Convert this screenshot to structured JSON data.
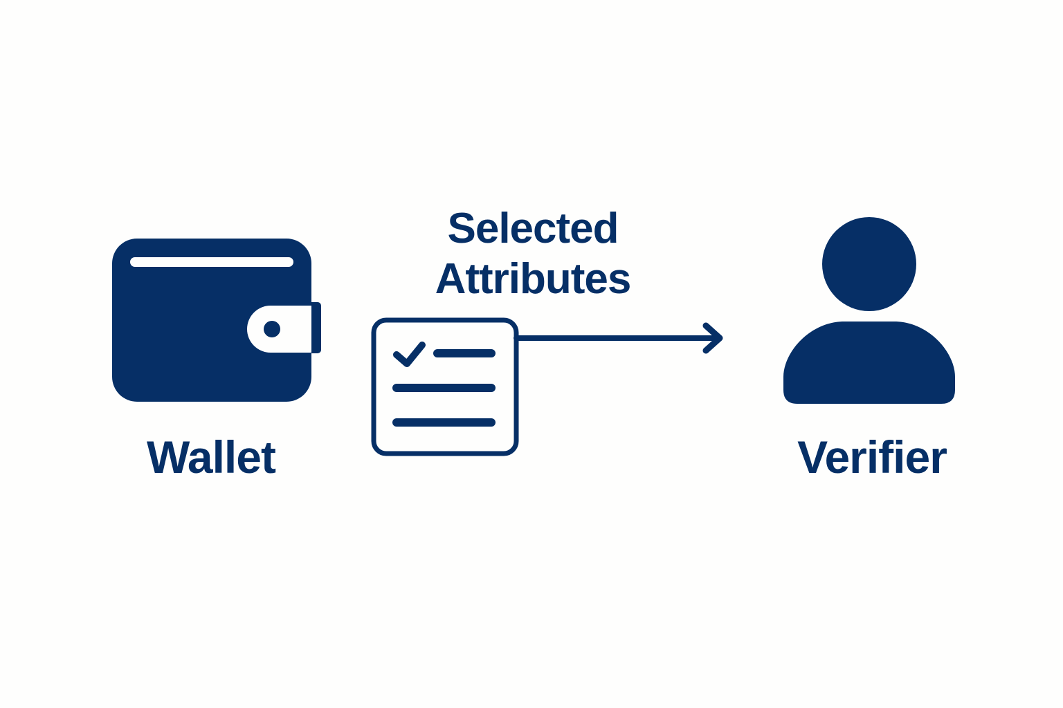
{
  "diagram": {
    "colors": {
      "primary": "#062f66",
      "background": "#fefefd"
    },
    "nodes": {
      "wallet": {
        "label": "Wallet",
        "icon": "wallet-icon"
      },
      "attributes": {
        "label_line1": "Selected",
        "label_line2": "Attributes",
        "icon": "checklist-icon"
      },
      "verifier": {
        "label": "Verifier",
        "icon": "person-icon"
      }
    },
    "edges": [
      {
        "from": "attributes",
        "to": "verifier",
        "style": "arrow"
      }
    ]
  }
}
